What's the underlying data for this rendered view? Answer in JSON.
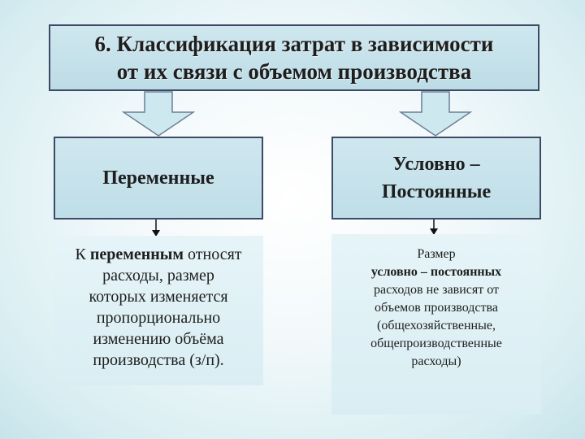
{
  "title": {
    "line1": "6. Классификация затрат в зависимости",
    "line2": "от их связи с объемом производства"
  },
  "left": {
    "heading": "Переменные",
    "desc": {
      "l1_a": "К ",
      "l1_b": "переменным",
      "l1_c": " относят",
      "l2": "расходы, размер",
      "l3": "которых изменяется",
      "l4": "пропорционально",
      "l5": "изменению объёма",
      "l6": "производства (з/п)."
    }
  },
  "right": {
    "heading_line1": "Условно –",
    "heading_line2": "Постоянные",
    "desc": {
      "l1": "Размер",
      "l2": "условно – постоянных",
      "l3": "расходов не зависят от",
      "l4": "объемов  производства",
      "l5": "(общехозяйственные,",
      "l6": "общепроизводственные",
      "l7": "расходы)"
    }
  },
  "colors": {
    "box_fill": "#c6e2eb",
    "border": "#3d4a66",
    "arrow_fill": "#c9e6ee"
  }
}
